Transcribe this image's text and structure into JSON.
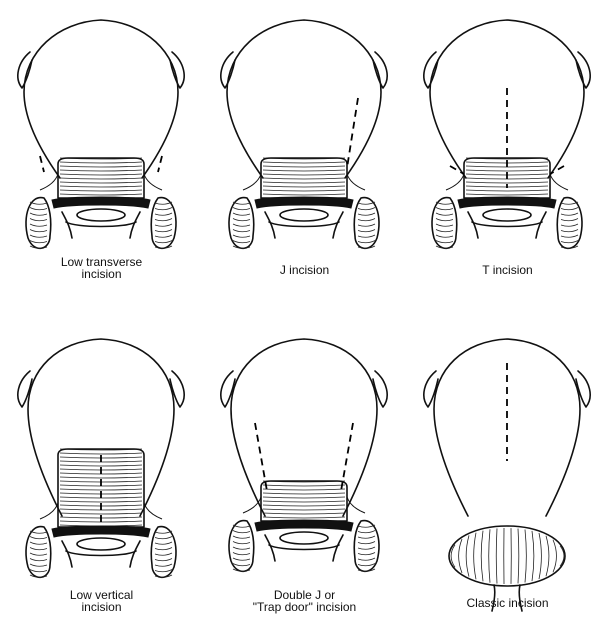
{
  "panels": [
    {
      "caption": "Low transverse\nincision",
      "variant": "low-transverse"
    },
    {
      "caption": "J incision",
      "variant": "j"
    },
    {
      "caption": "T incision",
      "variant": "t"
    },
    {
      "caption": "Low vertical\nincision",
      "variant": "low-vertical"
    },
    {
      "caption": "Double J or\n\"Trap door\" incision",
      "variant": "double-j"
    },
    {
      "caption": "Classic incision",
      "variant": "classic"
    }
  ]
}
